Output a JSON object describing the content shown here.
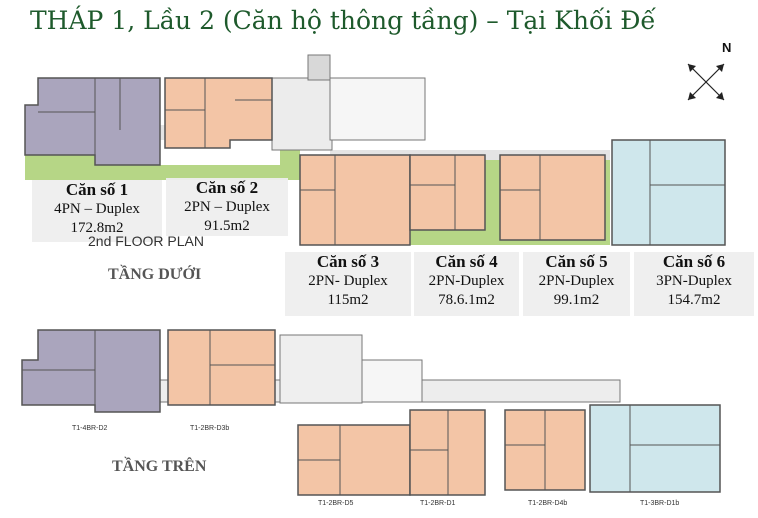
{
  "title": "THÁP 1, Lầu 2 (Căn hộ thông tầng) – Tại Khối Đế",
  "compass_label": "N",
  "floorplan_caption": "2nd FLOOR PLAN",
  "lower_floor_label": "TẦNG DƯỚI",
  "upper_floor_label": "TẦNG TRÊN",
  "units": [
    {
      "name": "Căn số 1",
      "type": "4PN – Duplex",
      "area": "172.8m2"
    },
    {
      "name": "Căn số 2",
      "type": "2PN – Duplex",
      "area": "91.5m2"
    },
    {
      "name": "Căn số 3",
      "type": "2PN- Duplex",
      "area": "115m2"
    },
    {
      "name": "Căn số 4",
      "type": "2PN-Duplex",
      "area": "78.6.1m2"
    },
    {
      "name": "Căn số 5",
      "type": "2PN-Duplex",
      "area": "99.1m2"
    },
    {
      "name": "Căn số 6",
      "type": "3PN-Duplex",
      "area": "154.7m2"
    }
  ],
  "upper_unit_codes": [
    "T1-4BR-D2",
    "T1-2BR-D3b",
    "T1-2BR-D5",
    "T1-2BR-D1",
    "T1-2BR-D4b",
    "T1-3BR-D1b"
  ],
  "colors": {
    "title": "#1e5a2c",
    "unit1_fill": "#aaa5bd",
    "unit2_5_fill": "#f3c5a6",
    "unit6_fill": "#cfe7ec",
    "garden": "#b6d686",
    "corridor": "#e6e6e6"
  }
}
